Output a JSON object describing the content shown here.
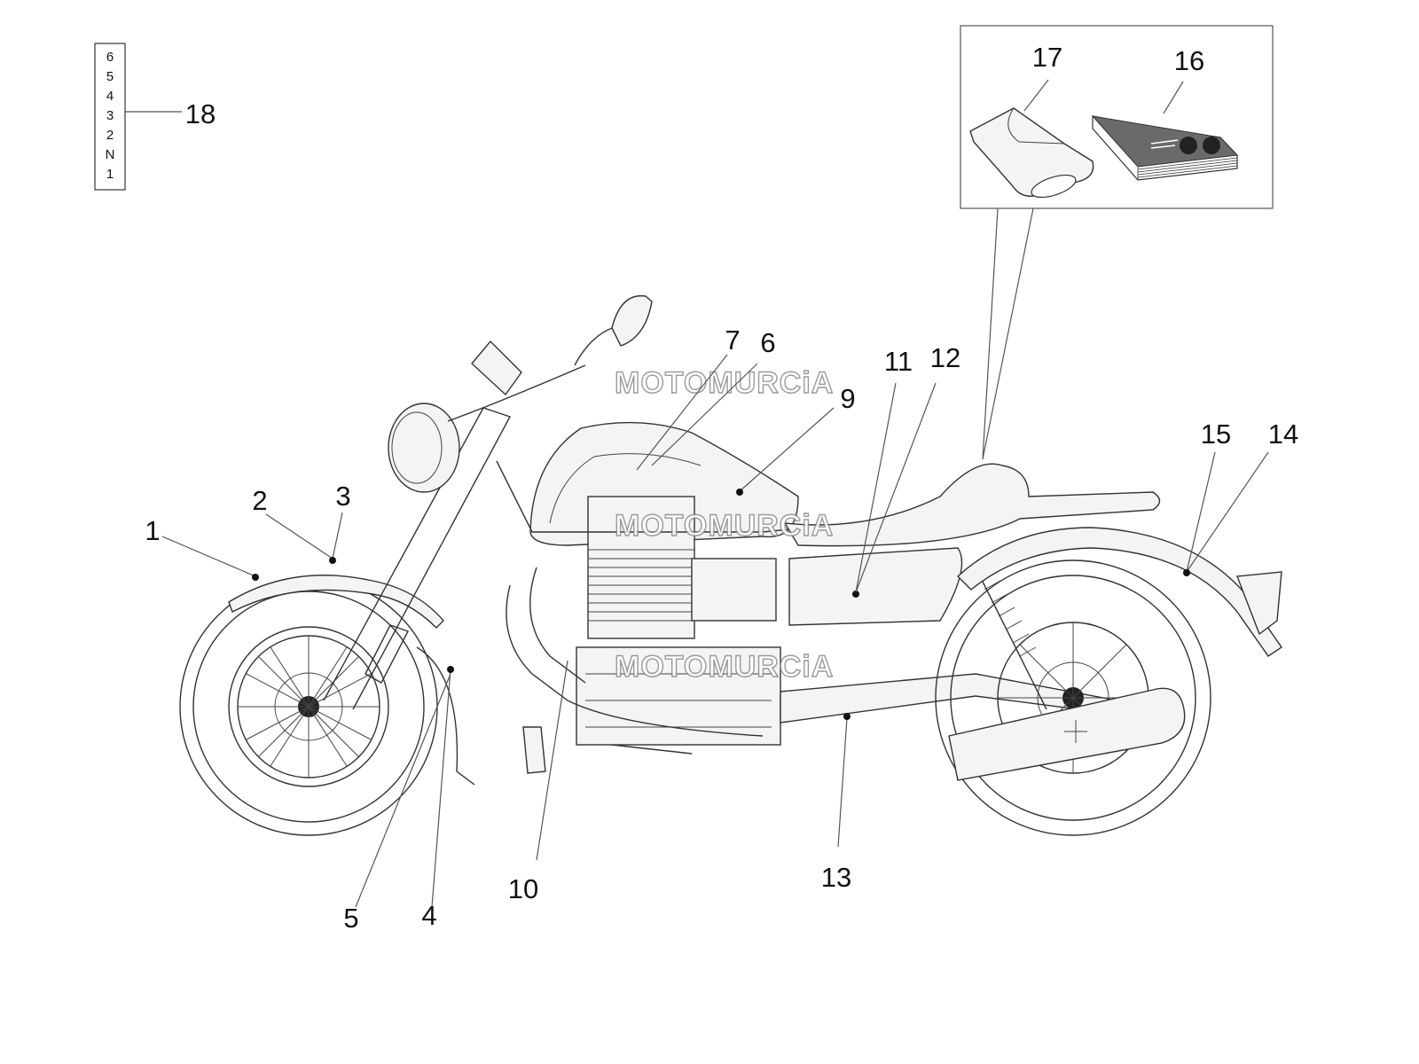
{
  "gear_indicator": [
    "6",
    "5",
    "4",
    "3",
    "2",
    "N",
    "1"
  ],
  "callouts": {
    "c1": "1",
    "c2": "2",
    "c3": "3",
    "c4": "4",
    "c5": "5",
    "c6": "6",
    "c7": "7",
    "c9": "9",
    "c10": "10",
    "c11": "11",
    "c12": "12",
    "c13": "13",
    "c14": "14",
    "c15": "15",
    "c16": "16",
    "c17": "17",
    "c18": "18"
  },
  "watermark": "MOTOMURCiA",
  "colors": {
    "line": "#333333",
    "label": "#111111",
    "background": "#ffffff"
  }
}
